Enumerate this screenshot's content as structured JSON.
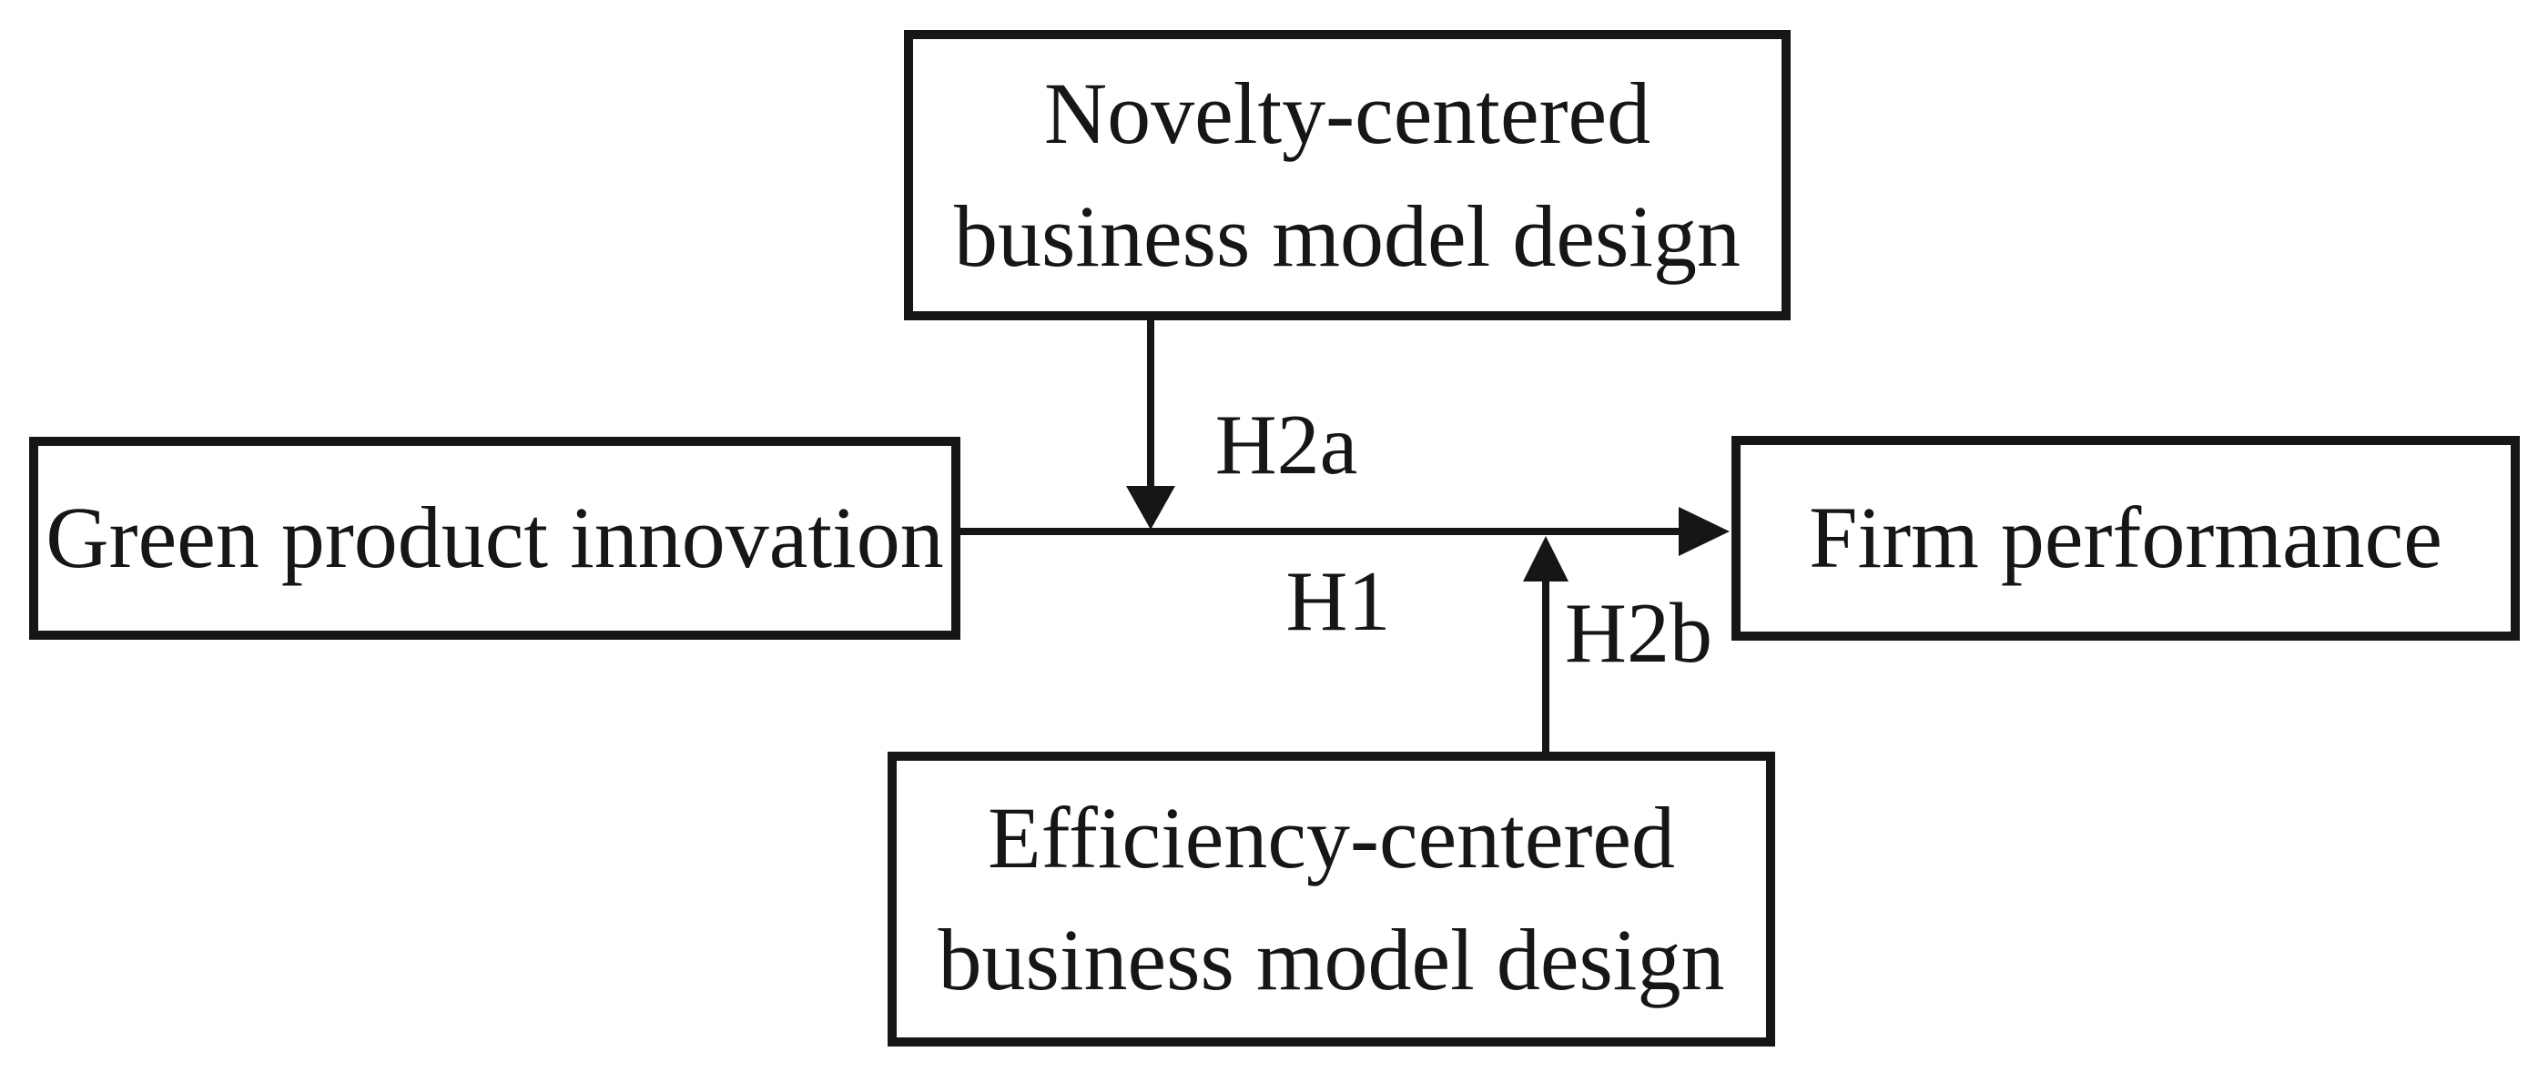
{
  "figure": {
    "type": "conceptual-model-diagram",
    "colors": {
      "background": "#ffffff",
      "ink": "#161616"
    },
    "boxes": {
      "novelty": {
        "line1": "Novelty-centered",
        "line2": "business model design"
      },
      "green": {
        "label": "Green product innovation"
      },
      "firm": {
        "label": "Firm performance"
      },
      "efficiency": {
        "line1": "Efficiency-centered",
        "line2": "business model design"
      }
    },
    "edge_labels": {
      "h1": "H1",
      "h2a": "H2a",
      "h2b": "H2b"
    }
  }
}
